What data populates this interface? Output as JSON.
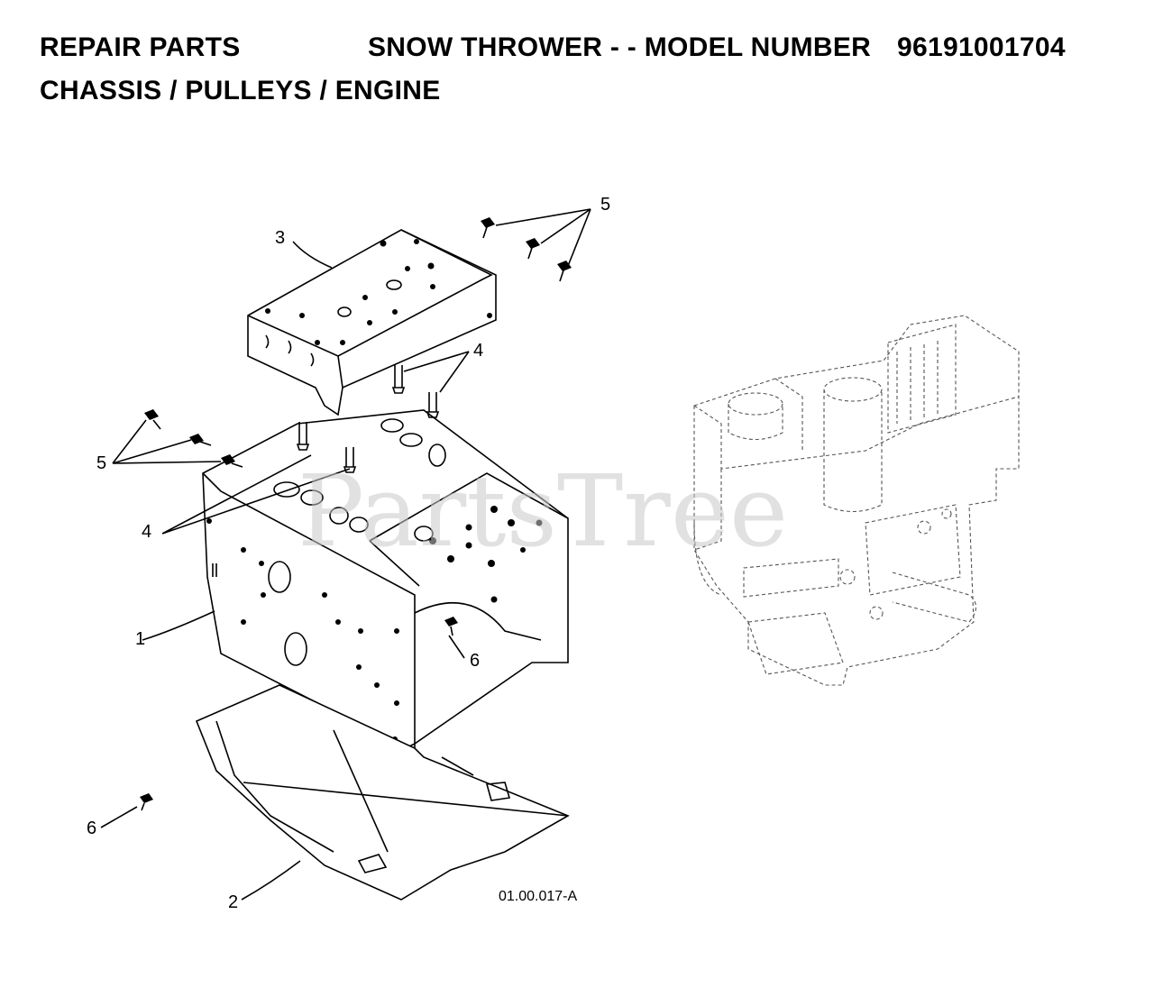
{
  "header": {
    "section": "REPAIR PARTS",
    "product": "SNOW THROWER - - MODEL NUMBER",
    "model_number": "96191001704",
    "subtitle": "CHASSIS / PULLEYS / ENGINE"
  },
  "watermark": "PartsTree",
  "figure_id": "01.00.017-A",
  "callouts": {
    "c1": "1",
    "c2": "2",
    "c3": "3",
    "c4_top": "4",
    "c4_left": "4",
    "c5_top": "5",
    "c5_left": "5",
    "c6_mid": "6",
    "c6_left": "6"
  }
}
